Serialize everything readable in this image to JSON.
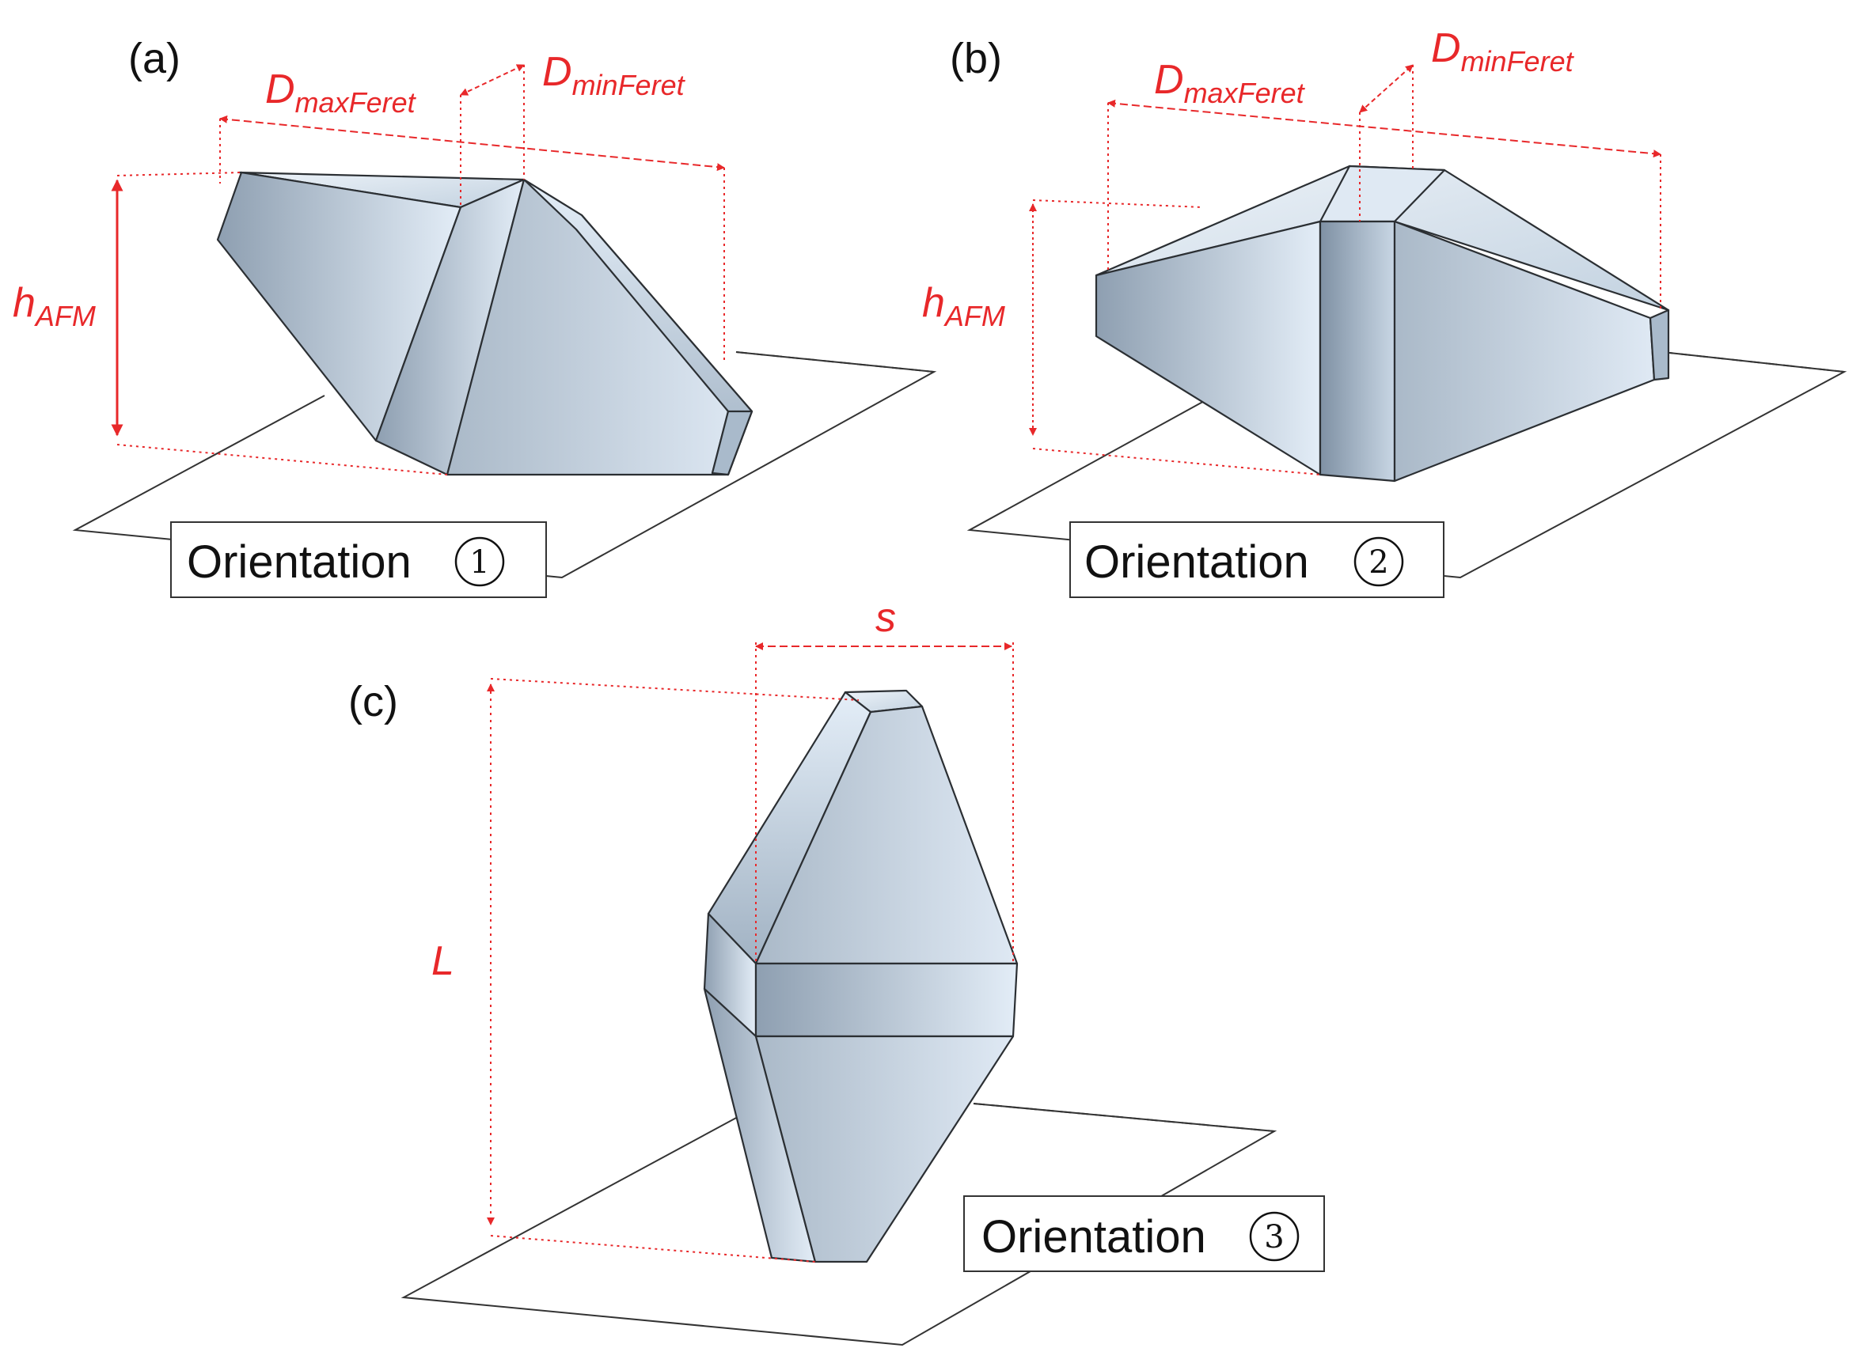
{
  "panels": [
    {
      "id": "a",
      "panel_label": "(a)",
      "orientation_word": "Orientation",
      "orientation_num": "1",
      "dims": {
        "dmax": {
          "main": "D",
          "sub": "maxFeret"
        },
        "dmin": {
          "main": "D",
          "sub": "minFeret"
        },
        "h": {
          "main": "h",
          "sub": "AFM"
        }
      }
    },
    {
      "id": "b",
      "panel_label": "(b)",
      "orientation_word": "Orientation",
      "orientation_num": "2",
      "dims": {
        "dmax": {
          "main": "D",
          "sub": "maxFeret"
        },
        "dmin": {
          "main": "D",
          "sub": "minFeret"
        },
        "h": {
          "main": "h",
          "sub": "AFM"
        }
      }
    },
    {
      "id": "c",
      "panel_label": "(c)",
      "orientation_word": "Orientation",
      "orientation_num": "3",
      "dims": {
        "s": "s",
        "L": "L"
      }
    }
  ],
  "colors": {
    "dimension": "#e8282a",
    "crystal_light": "#dbe7f2",
    "crystal_dark": "#95a6b7",
    "edge": "#2b2f33",
    "plane": "#333333"
  }
}
